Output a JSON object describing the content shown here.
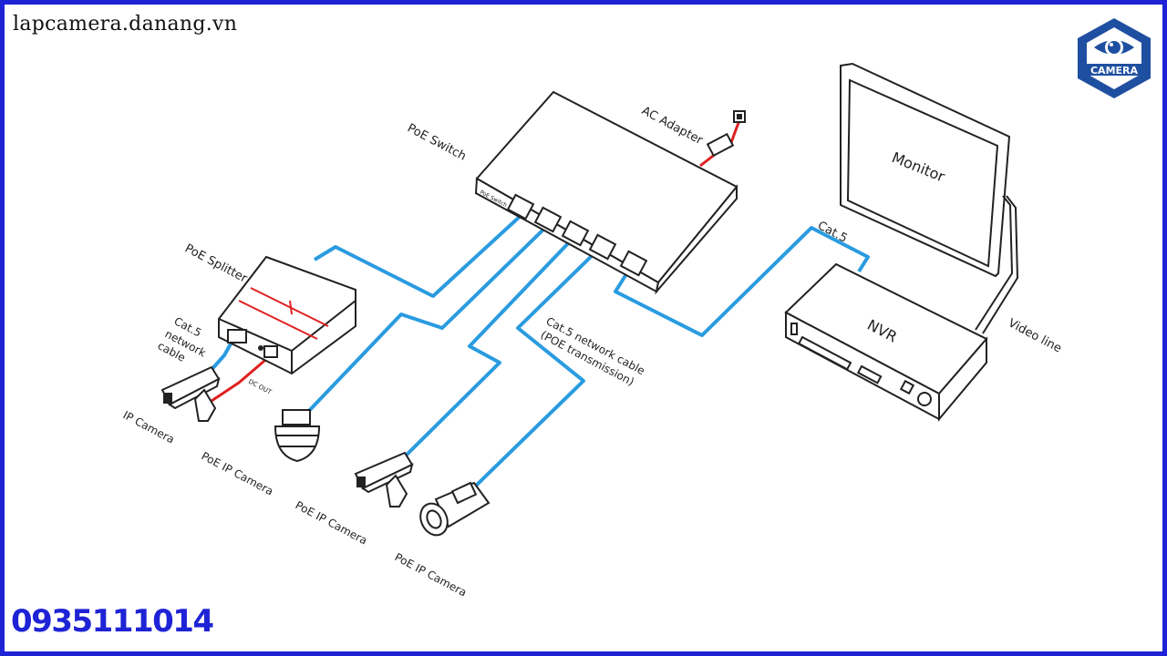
{
  "site": {
    "url_text": "lapcamera.danang.vn"
  },
  "contact": {
    "phone": "0935111014"
  },
  "logo": {
    "text": "CAMERA",
    "icon": "eye-camera-lens-icon"
  },
  "colors": {
    "frame": "#1f23d6",
    "cable": "#2a9be0",
    "power": "#e02020",
    "logo": "#1f4fa0"
  },
  "labels": {
    "poe_switch": "PoE  Switch",
    "ac_adapter": "AC Adapter",
    "monitor": "Monitor",
    "cat5_top": "Cat.5",
    "nvr": "NVR",
    "video_line": "Video line",
    "poe_splitter": "PoE Splitter",
    "cat5_network_cable_1": "Cat.5",
    "cat5_network_cable_2": "network",
    "cat5_network_cable_3": "cable",
    "dc_out": "DC OUT",
    "cat5_poe_1": "Cat.5 network cable",
    "cat5_poe_2": "(POE transmission)",
    "ip_camera": "IP Camera",
    "poe_ip_camera_1": "PoE IP Camera",
    "poe_ip_camera_2": "PoE IP Camera",
    "poe_ip_camera_3": "PoE IP Camera",
    "switch_brand": "PoE Switch"
  }
}
